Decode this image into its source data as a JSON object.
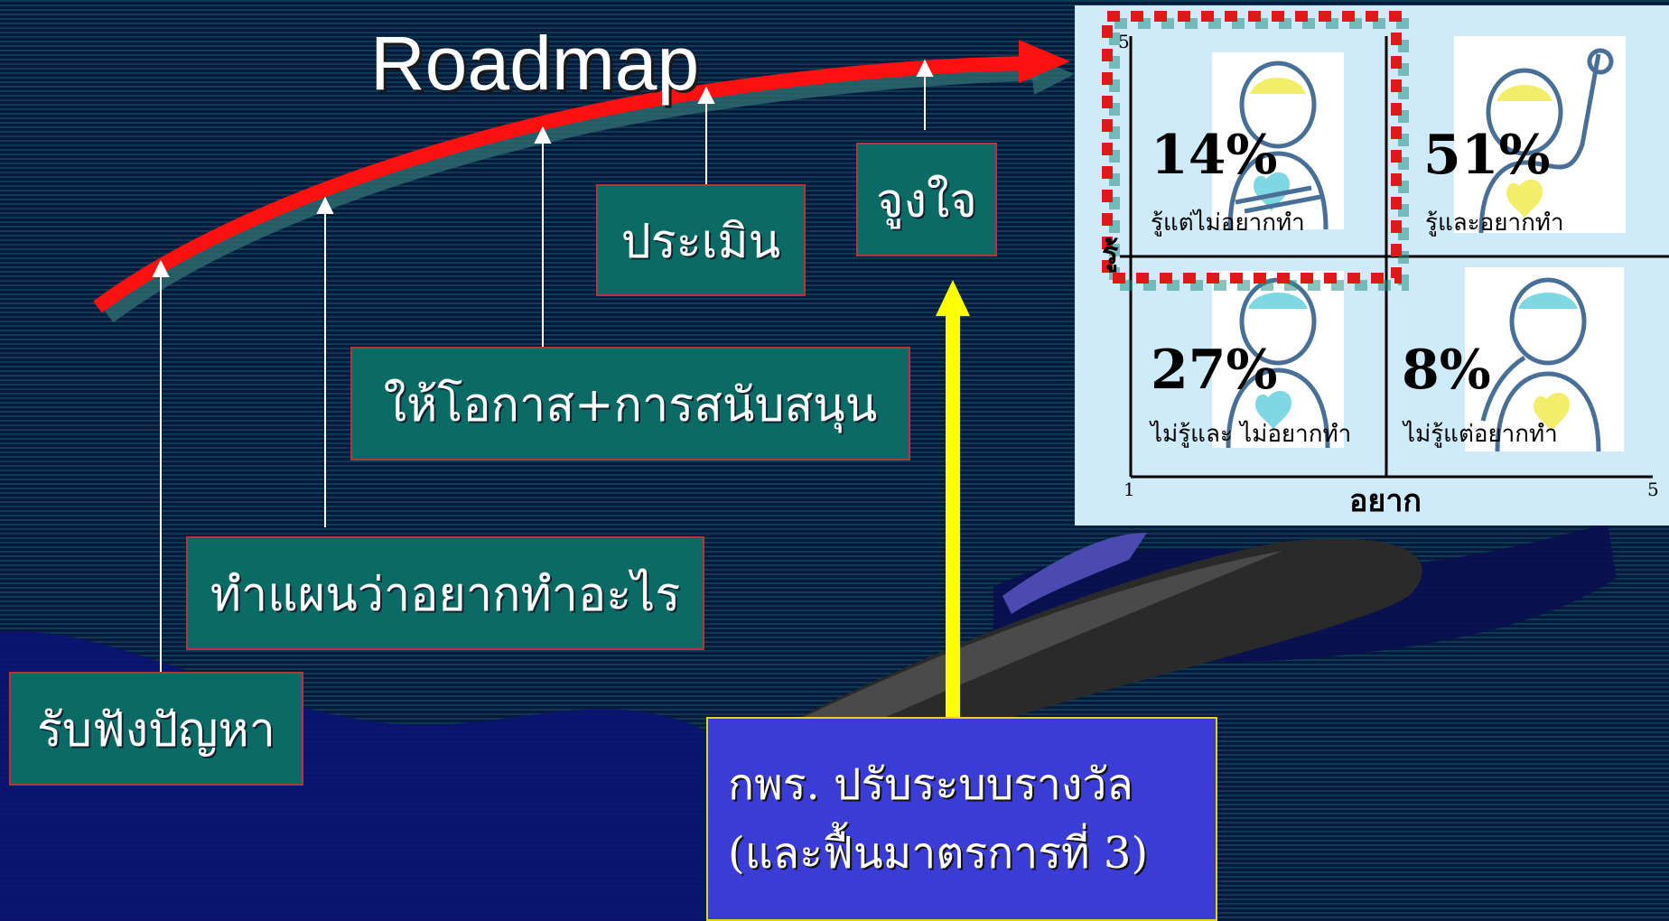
{
  "slide_title": "Roadmap",
  "steps": [
    {
      "label": "รับฟังปัญหา"
    },
    {
      "label": "ทำแผนว่าอยากทำอะไร"
    },
    {
      "label": "ให้โอกาส+การสนับสนุน"
    },
    {
      "label": "ประเมิน"
    },
    {
      "label": "จูงใจ"
    }
  ],
  "callout": {
    "line1": "กพร. ปรับระบบรางวัล",
    "line2": "(และฟื้นมาตรการที่ 3)"
  },
  "matrix": {
    "y_axis_label": "รู้",
    "x_axis_label": "อยาก",
    "y_max": "5",
    "x_min": "1",
    "x_max": "5",
    "quadrants": [
      {
        "percent": "14%",
        "label": "รู้แต่ไม่อยากทำ"
      },
      {
        "percent": "51%",
        "label": "รู้และอยากทำ"
      },
      {
        "percent": "27%",
        "label": "ไม่รู้และ ไม่อยากทำ"
      },
      {
        "percent": "8%",
        "label": "ไม่รู้แต่อยากทำ"
      }
    ]
  },
  "colors": {
    "roadmap_arrow": "#ff1010",
    "step_fill": "#0b6b64",
    "step_border": "#b5363a",
    "callout_fill": "#3b3bd6",
    "callout_border": "#e6d31a",
    "up_arrow": "#ffff00",
    "highlight_border": "#e01818"
  }
}
